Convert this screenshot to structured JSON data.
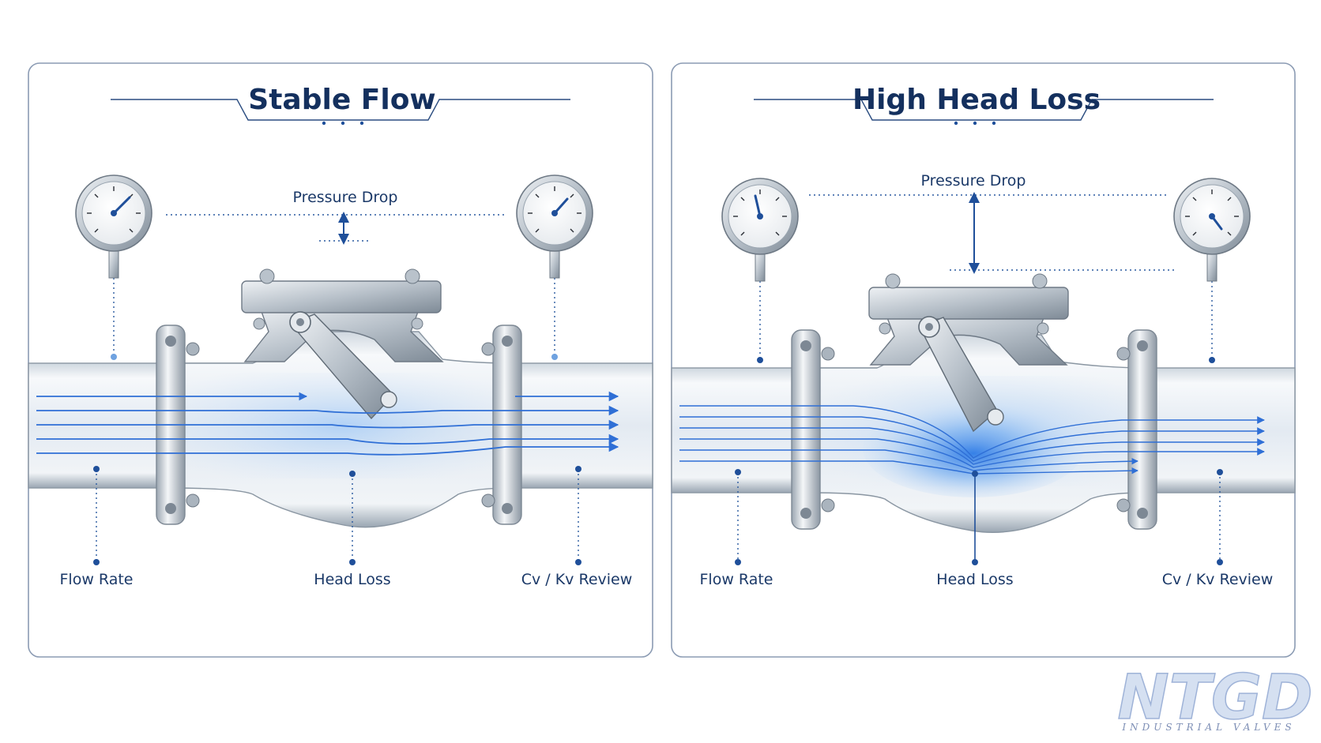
{
  "panels": [
    {
      "title": "Stable Flow",
      "pressure_drop_label": "Pressure Drop",
      "labels": {
        "flow_rate": "Flow Rate",
        "head_loss": "Head Loss",
        "cv_kv": "Cv / Kv Review"
      }
    },
    {
      "title": "High Head Loss",
      "pressure_drop_label": "Pressure Drop",
      "labels": {
        "flow_rate": "Flow Rate",
        "head_loss": "Head Loss",
        "cv_kv": "Cv / Kv Review"
      }
    }
  ],
  "logo": {
    "text": "NTGD",
    "subtext": "INDUSTRIAL VALVES"
  },
  "colors": {
    "accent": "#1f5bb5",
    "title": "#14305e",
    "flow": "#2f6fd6",
    "panel_border": "#8b9bb3"
  }
}
